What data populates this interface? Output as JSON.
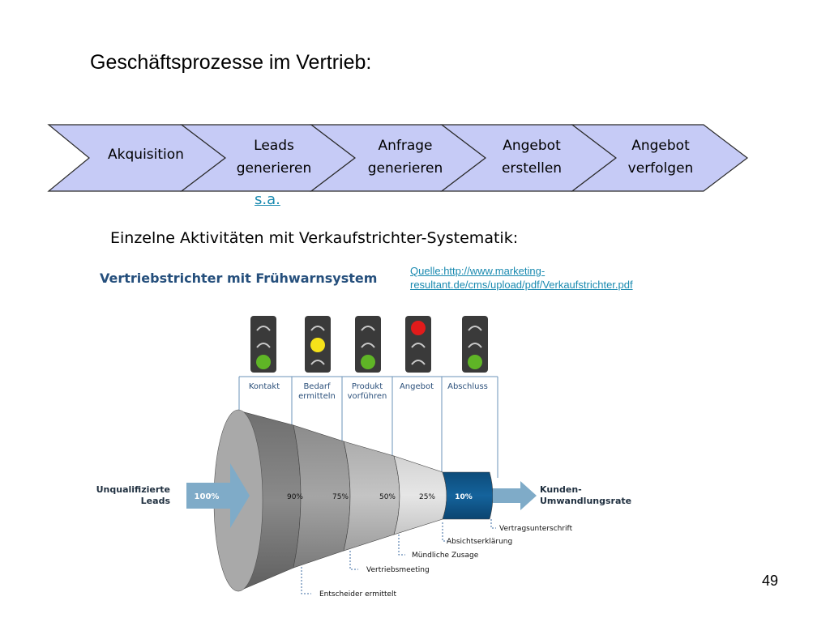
{
  "slide": {
    "title": "Geschäftsprozesse im Vertrieb:",
    "subtitle": "Einzelne Aktivitäten mit Verkaufstrichter-Systematik:",
    "sa_link": "s.a.",
    "source_line1": "Quelle:http://www.marketing-",
    "source_line2": "resultant.de/cms/upload/pdf/Verkaufstrichter.pdf",
    "page_number": "49"
  },
  "process_steps": [
    {
      "line1": "Akquisition",
      "line2": ""
    },
    {
      "line1": "Leads",
      "line2": "generieren"
    },
    {
      "line1": "Anfrage",
      "line2": "generieren"
    },
    {
      "line1": "Angebot",
      "line2": "erstellen"
    },
    {
      "line1": "Angebot",
      "line2": "verfolgen"
    }
  ],
  "funnel": {
    "title": "Vertriebstrichter mit Frühwarnsystem",
    "stage_headers": [
      {
        "line1": "Kontakt",
        "line2": ""
      },
      {
        "line1": "Bedarf",
        "line2": "ermitteln"
      },
      {
        "line1": "Produkt",
        "line2": "vorführen"
      },
      {
        "line1": "Angebot",
        "line2": ""
      },
      {
        "line1": "Abschluss",
        "line2": ""
      }
    ],
    "traffic_lights": [
      "green",
      "yellow",
      "green",
      "red",
      "green"
    ],
    "input_label_line1": "Unqualifizierte",
    "input_label_line2": "Leads",
    "input_percent": "100%",
    "segment_percents": [
      "90%",
      "75%",
      "50%",
      "25%"
    ],
    "output_percent": "10%",
    "output_label_line1": "Kunden-",
    "output_label_line2": "Umwandlungsrate",
    "milestones": [
      "Vertragsunterschrift",
      "Absichtserklärung",
      "Mündliche Zusage",
      "Vertriebsmeeting",
      "Entscheider ermittelt"
    ]
  },
  "colors": {
    "chevron_fill": "#c6cbf6",
    "funnel_title": "#254f7c",
    "arrow_blue": "#7fabc8",
    "output_segment": "#10578a",
    "link": "#1a8ab0",
    "light_red": "#e21b1b",
    "light_yellow": "#f5e21a",
    "light_green": "#5fb526"
  }
}
